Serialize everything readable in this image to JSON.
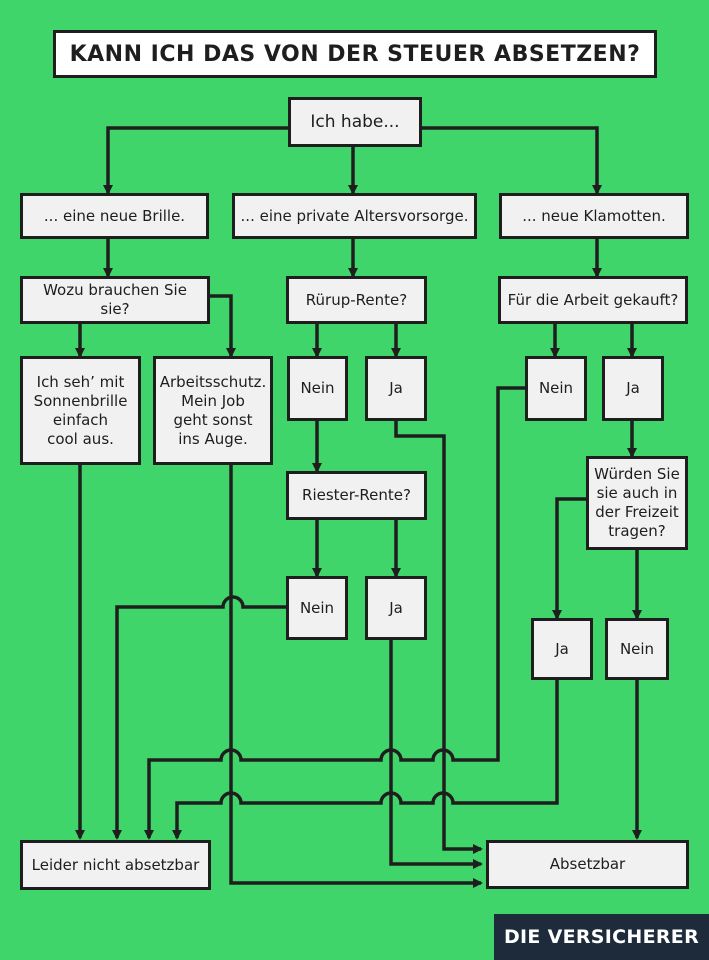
{
  "title": "KANN ICH DAS VON DER STEUER ABSETZEN?",
  "brand": "DIE VERSICHERER",
  "colors": {
    "background": "#3fd56b",
    "box": "#f1f1f1",
    "line": "#1e1e1e",
    "brand_bg": "#1e2b3a"
  },
  "nodes": {
    "start": "Ich habe...",
    "brille": "... eine neue Brille.",
    "alter": "... eine private Altersvorsorge.",
    "klamotten": "... neue Klamotten.",
    "wozu": "Wozu brauchen Sie sie?",
    "cool": "Ich seh’ mit\nSonnenbrille\neinfach\ncool aus.",
    "arbeitsschutz": "Arbeitsschutz.\nMein Job\ngeht sonst\nins Auge.",
    "ruerup": "Rürup-Rente?",
    "ruerup_nein": "Nein",
    "ruerup_ja": "Ja",
    "riester": "Riester-Rente?",
    "riester_nein": "Nein",
    "riester_ja": "Ja",
    "arbeit": "Für die Arbeit gekauft?",
    "arbeit_nein": "Nein",
    "arbeit_ja": "Ja",
    "freizeit": "Würden Sie\nsie auch in\nder Freizeit\ntragen?",
    "freizeit_ja": "Ja",
    "freizeit_nein": "Nein",
    "nicht_absetzbar": "Leider nicht absetzbar",
    "absetzbar": "Absetzbar"
  }
}
